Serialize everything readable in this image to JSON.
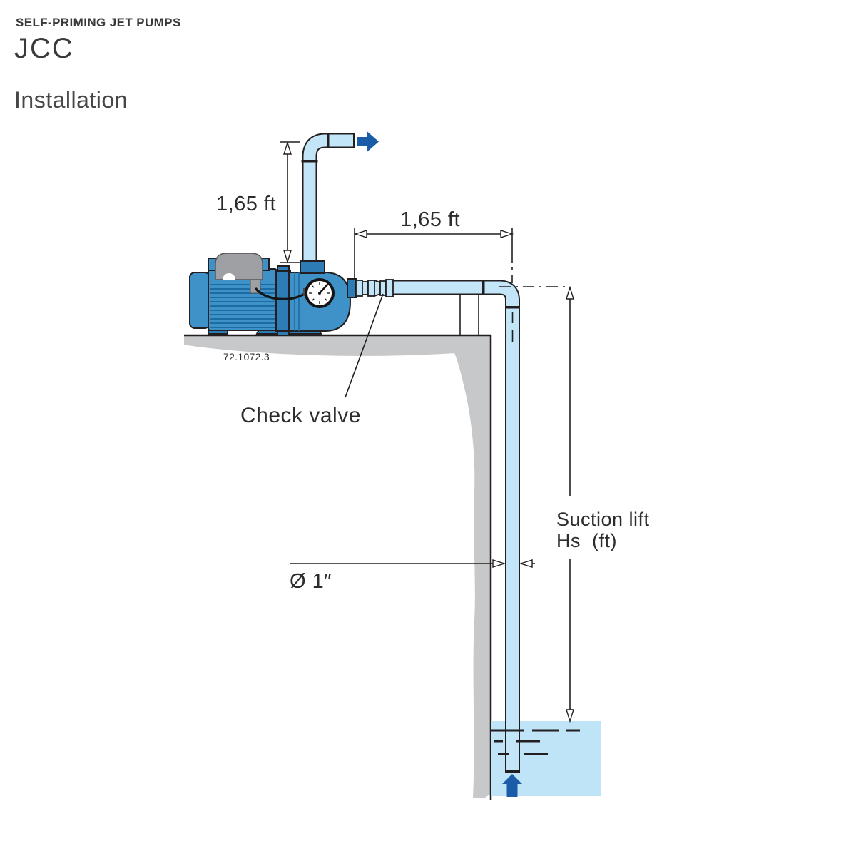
{
  "header": {
    "category": "SELF-PRIMING JET PUMPS",
    "model": "JCC",
    "page_title": "Installation"
  },
  "diagram": {
    "dim_discharge_height": "1,65 ft",
    "dim_horizontal_run": "1,65 ft",
    "label_check_valve": "Check valve",
    "label_suction_lift_line1": "Suction lift",
    "label_suction_lift_line2": "Hs  (ft)",
    "label_pipe_diameter": "Ø 1″",
    "drawing_number": "72.1072.3",
    "colors": {
      "pump_blue": "#3e92c8",
      "pump_blue_dark": "#2e7cb5",
      "pipe_blue": "#c2e6f8",
      "water_blue": "#bfe3f7",
      "flow_arrow_blue": "#1a5ca8",
      "ground_gray": "#c7c8ca",
      "handle_gray": "#9ea0a3",
      "line_dark": "#231f20",
      "text_dark": "#3a3a3a"
    }
  }
}
